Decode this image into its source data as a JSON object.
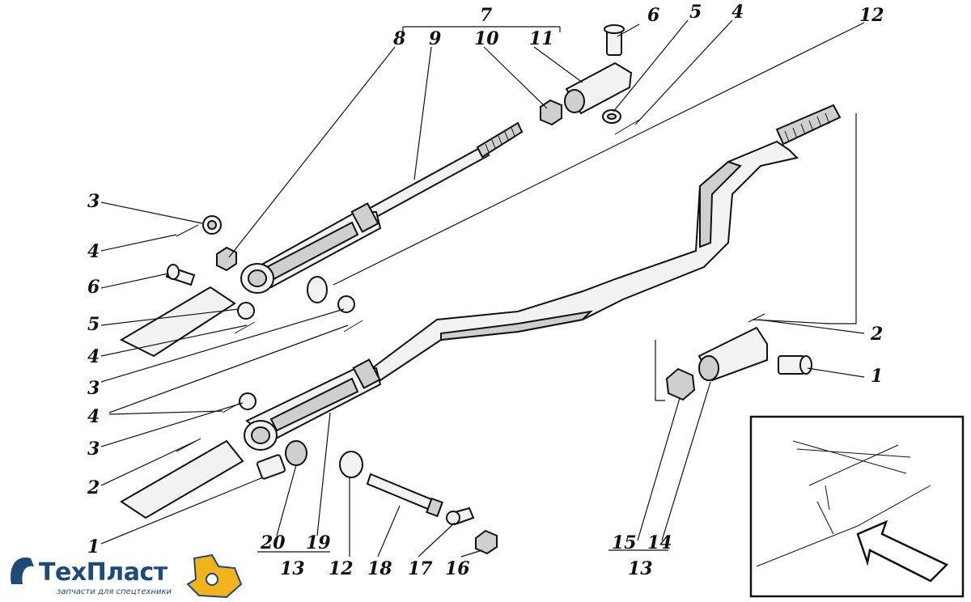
{
  "callouts": {
    "c7": "7",
    "c8": "8",
    "c9": "9",
    "c10": "10",
    "c11": "11",
    "c6_top": "6",
    "c5_top": "5",
    "c4_top": "4",
    "c12_top": "12",
    "c3_a": "3",
    "c4_a": "4",
    "c6_left": "6",
    "c5_left": "5",
    "c4_b": "4",
    "c3_b": "3",
    "c4_c": "4",
    "c3_c": "3",
    "c2_left": "2",
    "c1_left": "1",
    "c20": "20",
    "c19": "19",
    "c13_a": "13",
    "c12_bottom": "12",
    "c18": "18",
    "c17": "17",
    "c16": "16",
    "c15": "15",
    "c14": "14",
    "c13_b": "13",
    "c2_right": "2",
    "c1_right": "1"
  },
  "logo": {
    "brand": "ТехПласт",
    "tagline": "запчасти для спецтехники"
  },
  "colors": {
    "ink": "#111111",
    "logo_blue": "#1e4a7a",
    "logo_yellow": "#f2b21c"
  }
}
